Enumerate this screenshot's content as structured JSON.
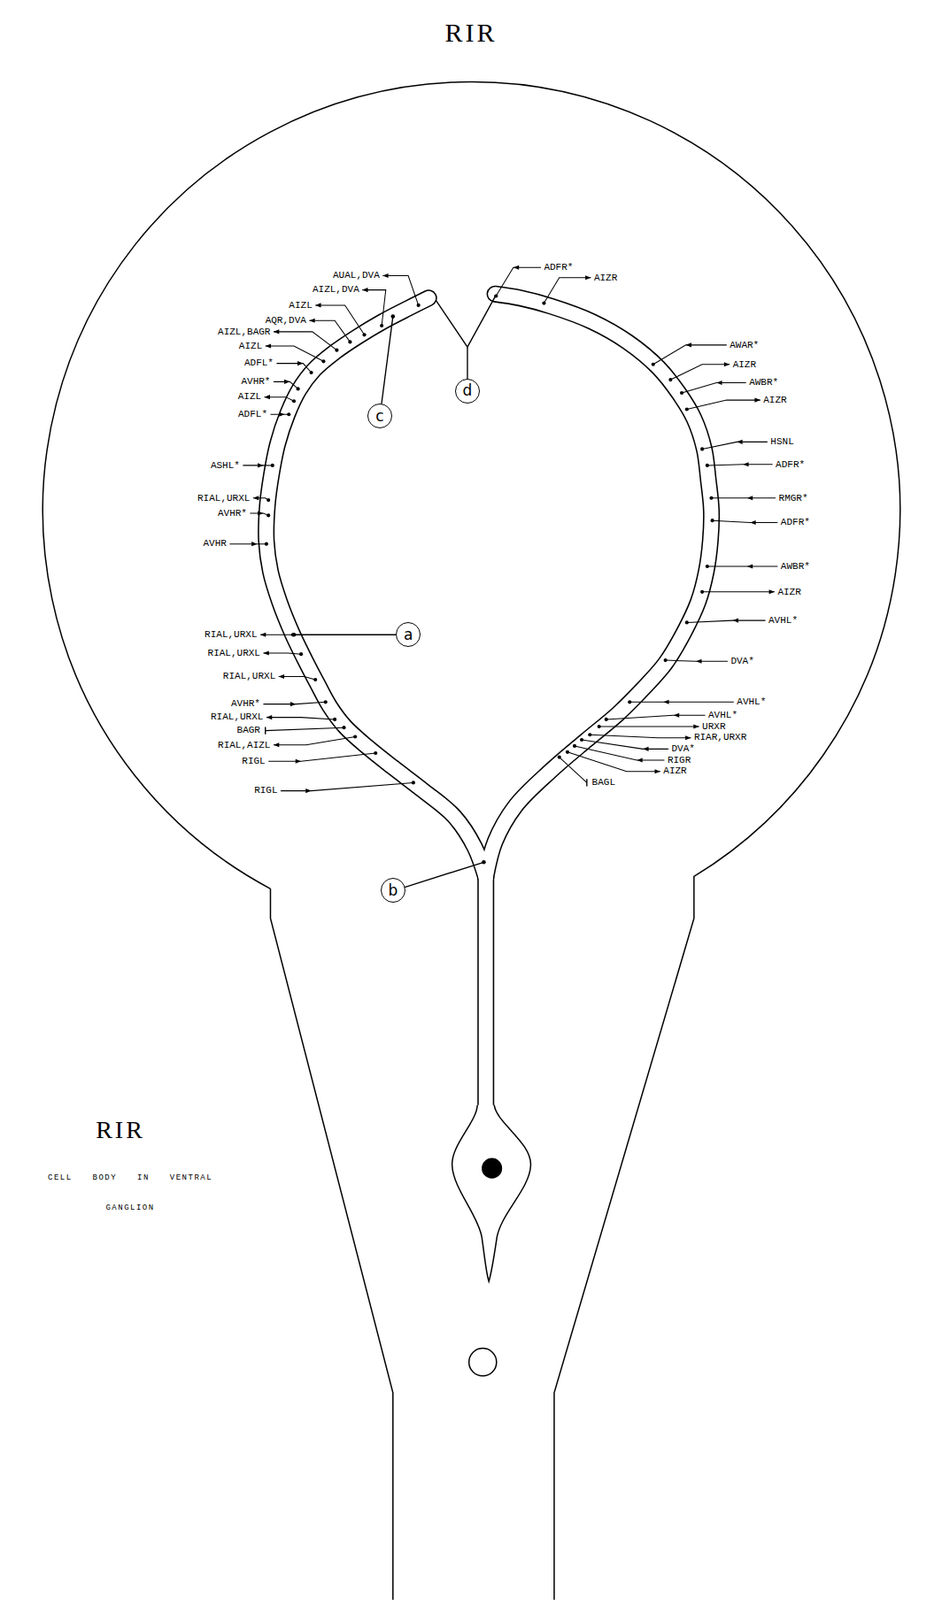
{
  "diagram": {
    "title": "RIR",
    "nodes": [
      {
        "text": [
          "a"
        ]
      },
      {
        "text": [
          "b"
        ]
      },
      {
        "text": [
          "c"
        ]
      },
      {
        "text": [
          "d"
        ]
      }
    ],
    "labels": [
      "AUAL,DVA",
      "AIZL,DVA",
      "AIZL",
      "AQR,DVA",
      "AIZL,BAGR",
      "AIZL",
      "ADFL*",
      "AVHR*",
      "AIZL",
      "ADFL*",
      "ASHL*",
      "RIAL,URXL",
      "AVHR*",
      "AVHR",
      "RIAL,URXL",
      "RIAL,URXL",
      "RIAL,URXL",
      "AVHR*",
      "RIAL,URXL",
      "BAGR",
      "RIAL,AIZL",
      "RIGL",
      "RIGL",
      "ADFR*",
      "AIZR",
      "AWAR*",
      "AIZR",
      "AWBR*",
      "AIZR",
      "HSNL",
      "ADFR*",
      "RMGR*",
      "ADFR*",
      "AWBR*",
      "AIZR",
      "AVHL*",
      "DVA*",
      "AVHL*",
      "AVHL*",
      "URXR",
      "RIAR,URXR",
      "DVA*",
      "RIGR",
      "AIZR",
      "BAGL",
      "RIR",
      "CELL BODY IN VENTRAL GANGLION"
    ]
  }
}
